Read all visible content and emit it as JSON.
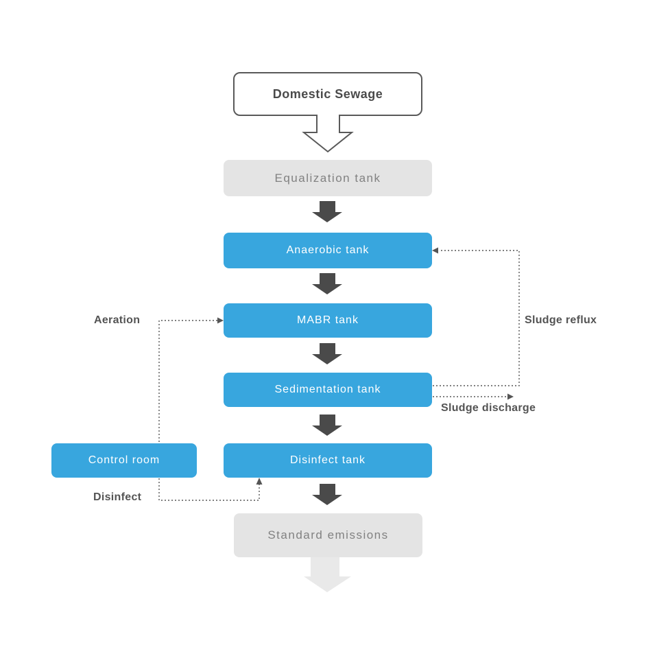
{
  "nodes": {
    "domestic_sewage": {
      "label": "Domestic Sewage",
      "type": "source"
    },
    "equalization_tank": {
      "label": "Equalization tank",
      "type": "process"
    },
    "anaerobic_tank": {
      "label": "Anaerobic tank",
      "type": "tank"
    },
    "mabr_tank": {
      "label": "MABR tank",
      "type": "tank"
    },
    "sedimentation_tank": {
      "label": "Sedimentation tank",
      "type": "tank"
    },
    "disinfect_tank": {
      "label": "Disinfect tank",
      "type": "tank"
    },
    "standard_emissions": {
      "label": "Standard emissions",
      "type": "process"
    },
    "control_room": {
      "label": "Control room",
      "type": "tank"
    }
  },
  "edge_labels": {
    "aeration": {
      "label": "Aeration"
    },
    "sludge_reflux": {
      "label": "Sludge reflux"
    },
    "sludge_discharge": {
      "label": "Sludge discharge"
    },
    "disinfect": {
      "label": "Disinfect"
    }
  },
  "main_flow": [
    "Domestic Sewage",
    "Equalization tank",
    "Anaerobic tank",
    "MABR tank",
    "Sedimentation tank",
    "Disinfect tank",
    "Standard emissions"
  ],
  "dotted_connections": [
    {
      "from": "Control room",
      "label": "Aeration",
      "to": "MABR tank"
    },
    {
      "from": "Control room",
      "label": "Disinfect",
      "to": "Disinfect tank"
    },
    {
      "from": "Sedimentation tank",
      "label": "Sludge reflux",
      "to": "Anaerobic tank"
    },
    {
      "from": "Sedimentation tank",
      "label": "Sludge discharge",
      "to": "out"
    }
  ],
  "colors": {
    "tank_blue": "#38a6de",
    "process_gray": "#e4e4e4",
    "solid_arrow": "#4a4a4a",
    "outline": "#595959",
    "dotted_line": "#555555",
    "light_arrow": "#e9e9e9",
    "background": "#ffffff"
  }
}
